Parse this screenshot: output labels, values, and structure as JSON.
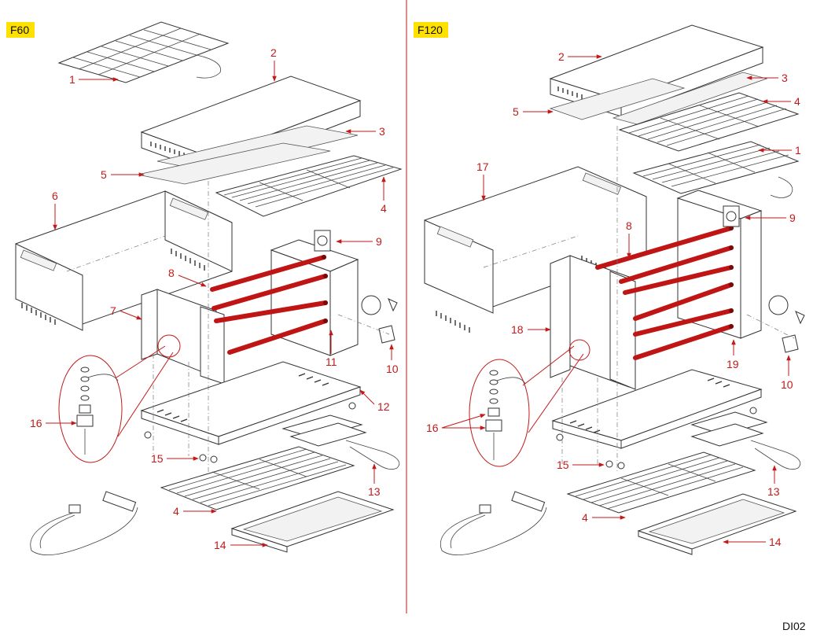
{
  "panels": [
    {
      "id": "left",
      "model_label": "F60",
      "callouts": [
        "1",
        "2",
        "3",
        "4",
        "5",
        "6",
        "7",
        "8",
        "9",
        "10",
        "11",
        "12",
        "13",
        "14",
        "15",
        "16"
      ]
    },
    {
      "id": "right",
      "model_label": "F120",
      "callouts": [
        "1",
        "2",
        "3",
        "4",
        "5",
        "8",
        "9",
        "10",
        "13",
        "14",
        "15",
        "16",
        "17",
        "18",
        "19"
      ]
    }
  ],
  "drawing_code": "DI02",
  "colors": {
    "badge": "#ffe100",
    "callout": "#c21a1a",
    "heating_rod": "#c01515",
    "divider": "#c21a1a"
  }
}
